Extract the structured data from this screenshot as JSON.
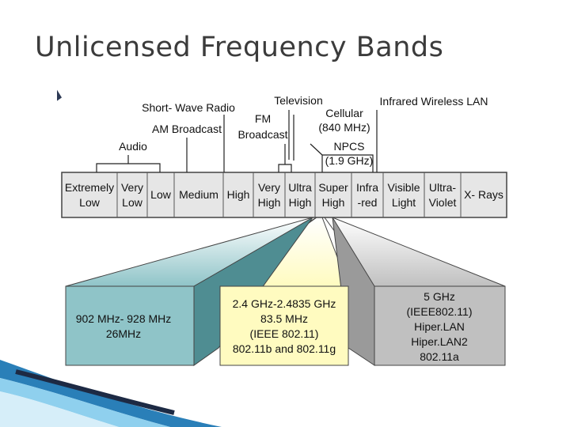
{
  "title": "Unlicensed Frequency Bands",
  "spectrum_bands": [
    {
      "line1": "Extremely",
      "line2": "Low"
    },
    {
      "line1": "Very",
      "line2": "Low"
    },
    {
      "line1": "Low",
      "line2": ""
    },
    {
      "line1": "Medium",
      "line2": ""
    },
    {
      "line1": "High",
      "line2": ""
    },
    {
      "line1": "Very",
      "line2": "High"
    },
    {
      "line1": "Ultra",
      "line2": "High"
    },
    {
      "line1": "Super",
      "line2": "High"
    },
    {
      "line1": "Infra",
      "line2": "-red"
    },
    {
      "line1": "Visible",
      "line2": "Light"
    },
    {
      "line1": "Ultra-",
      "line2": "Violet"
    },
    {
      "line1": "X- Rays",
      "line2": ""
    }
  ],
  "labels": {
    "audio": "Audio",
    "am_broadcast": "AM Broadcast",
    "short_wave": "Short- Wave Radio",
    "fm_line1": "FM",
    "fm_line2": "Broadcast",
    "television": "Television",
    "cellular_line1": "Cellular",
    "cellular_line2": "(840 MHz)",
    "npcs_line1": "NPCS",
    "npcs_line2": "(1.9 GHz)",
    "infrared_lan": "Infrared Wireless LAN"
  },
  "boxes": {
    "left": [
      "902 MHz- 928 MHz",
      "26MHz"
    ],
    "middle": [
      "2.4 GHz-2.4835 GHz",
      "83.5 MHz",
      "(IEEE 802.11)",
      "802.11b and 802.11g"
    ],
    "right": [
      "5 GHz",
      "(IEEE802.11)",
      "Hiper.LAN",
      "Hiper.LAN2",
      "802.11a"
    ]
  },
  "colors": {
    "left_box": "#8fc4c8",
    "middle_box": "#fffbc0",
    "right_box": "#c0c0c0",
    "band_fill": "#e6e6e6",
    "title": "#3b3b3b"
  }
}
